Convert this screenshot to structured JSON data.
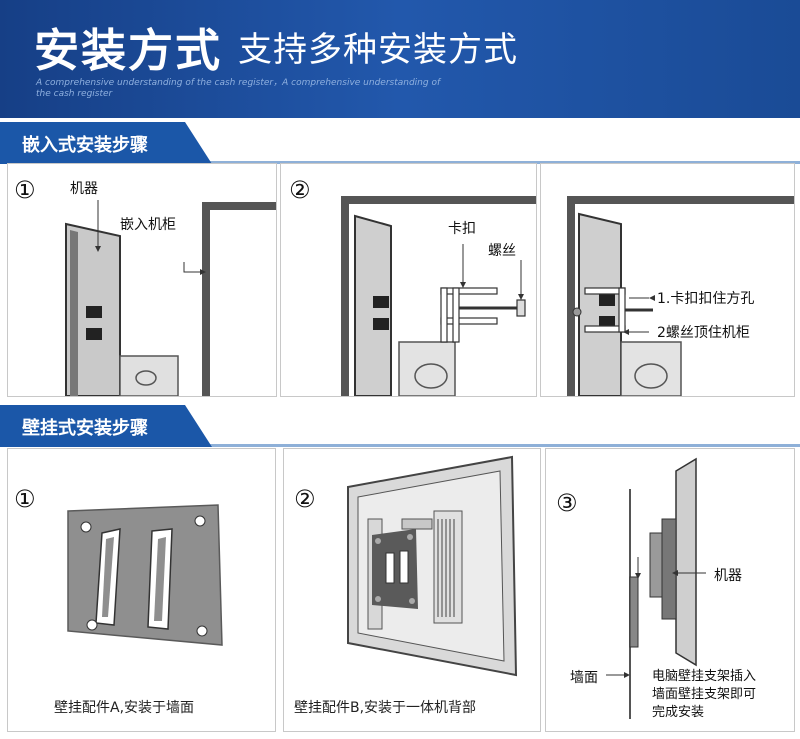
{
  "header": {
    "title_main": "安装方式",
    "title_sub": "支持多种安装方式",
    "title_en": "A comprehensive understanding of the cash register，A comprehensive understanding of the cash register"
  },
  "section1": {
    "heading": "嵌入式安装步骤",
    "panel1": {
      "step": "①",
      "label_machine": "机器",
      "label_cabinet": "嵌入机柜"
    },
    "panel2": {
      "step": "②",
      "label_clip": "卡扣",
      "label_screw": "螺丝"
    },
    "panel3": {
      "label_1": "1.卡扣扣住方孔",
      "label_2": "2螺丝顶住机柜"
    }
  },
  "section2": {
    "heading": "壁挂式安装步骤",
    "panel1": {
      "step": "①",
      "caption": "壁挂配件A,安装于墙面"
    },
    "panel2": {
      "step": "②",
      "caption": "壁挂配件B,安装于一体机背部"
    },
    "panel3": {
      "step": "③",
      "label_machine": "机器",
      "label_wall": "墙面",
      "note_line1": "电脑壁挂支架插入",
      "note_line2": "墙面壁挂支架即可",
      "note_line3": "完成安装"
    }
  },
  "colors": {
    "banner": "#1b4f9c",
    "tab": "#1b57a8",
    "accent_line": "#8eb0d8"
  }
}
